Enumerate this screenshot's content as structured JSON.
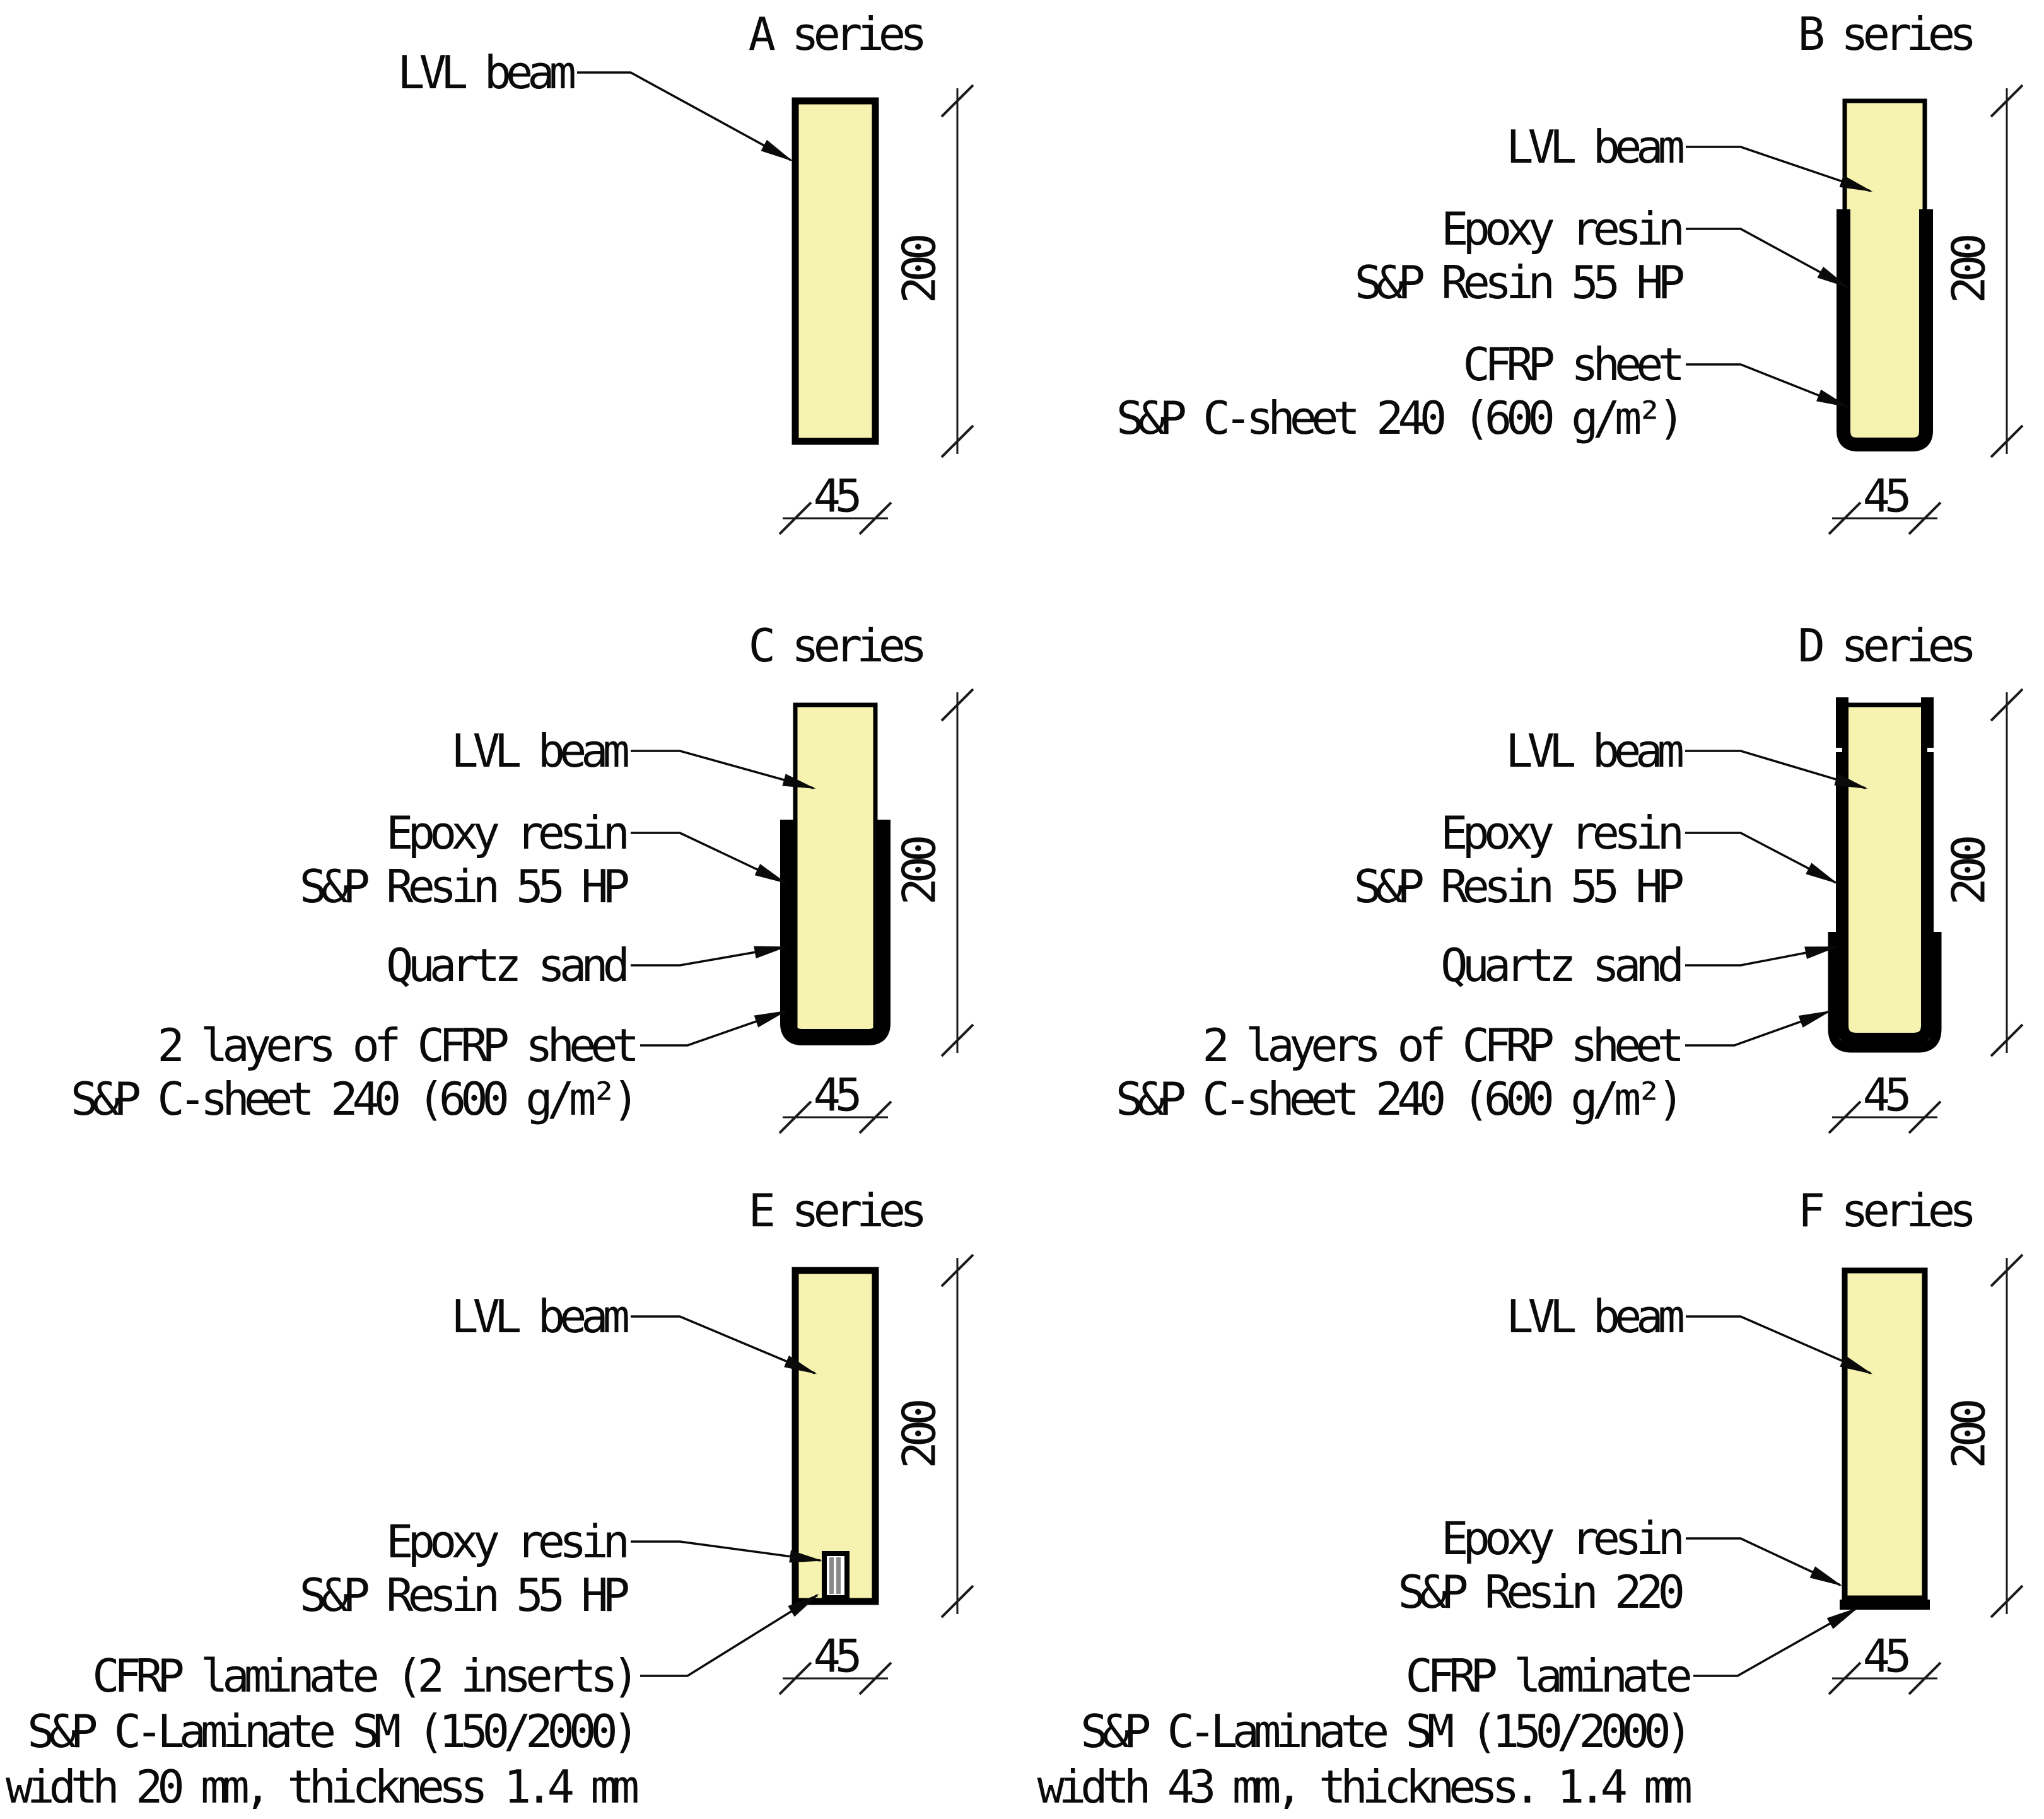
{
  "figure_title": "LVL beam strengthening cross-sections",
  "colors": {
    "beam_fill": "#F6F2AF",
    "line": "#000000",
    "laminate_gray": "#8A8A8A",
    "background": "#FFFFFF"
  },
  "panels": [
    {
      "id": "A",
      "title": "A series",
      "dims": {
        "height": "200",
        "width": "45"
      },
      "labels": [
        {
          "name": "lvl-beam",
          "lines": [
            "LVL beam"
          ]
        }
      ]
    },
    {
      "id": "B",
      "title": "B series",
      "dims": {
        "height": "200",
        "width": "45"
      },
      "labels": [
        {
          "name": "lvl-beam",
          "lines": [
            "LVL beam"
          ]
        },
        {
          "name": "epoxy-resin",
          "lines": [
            "Epoxy resin",
            "S&P Resin 55 HP"
          ]
        },
        {
          "name": "cfrp-sheet",
          "lines": [
            "CFRP sheet",
            "S&P C-sheet 240 (600 g/m²)"
          ]
        }
      ]
    },
    {
      "id": "C",
      "title": "C series",
      "dims": {
        "height": "200",
        "width": "45"
      },
      "labels": [
        {
          "name": "lvl-beam",
          "lines": [
            "LVL beam"
          ]
        },
        {
          "name": "epoxy-resin",
          "lines": [
            "Epoxy resin",
            "S&P Resin 55 HP"
          ]
        },
        {
          "name": "quartz-sand",
          "lines": [
            "Quartz sand"
          ]
        },
        {
          "name": "cfrp-2-layers",
          "lines": [
            "2 layers of CFRP sheet",
            "S&P C-sheet 240 (600 g/m²)"
          ]
        }
      ]
    },
    {
      "id": "D",
      "title": "D series",
      "dims": {
        "height": "200",
        "width": "45"
      },
      "labels": [
        {
          "name": "lvl-beam",
          "lines": [
            "LVL beam"
          ]
        },
        {
          "name": "epoxy-resin",
          "lines": [
            "Epoxy resin",
            "S&P Resin 55 HP"
          ]
        },
        {
          "name": "quartz-sand",
          "lines": [
            "Quartz sand"
          ]
        },
        {
          "name": "cfrp-2-layers",
          "lines": [
            "2 layers of CFRP sheet",
            "S&P C-sheet 240 (600 g/m²)"
          ]
        }
      ]
    },
    {
      "id": "E",
      "title": "E series",
      "dims": {
        "height": "200",
        "width": "45"
      },
      "labels": [
        {
          "name": "lvl-beam",
          "lines": [
            "LVL beam"
          ]
        },
        {
          "name": "epoxy-resin",
          "lines": [
            "Epoxy resin",
            "S&P Resin 55 HP"
          ]
        },
        {
          "name": "cfrp-laminate",
          "lines": [
            "CFRP laminate (2 inserts)",
            "S&P C-Laminate SM (150/2000)",
            "width 20 mm, thickness 1.4 mm"
          ]
        }
      ]
    },
    {
      "id": "F",
      "title": "F series",
      "dims": {
        "height": "200",
        "width": "45"
      },
      "labels": [
        {
          "name": "lvl-beam",
          "lines": [
            "LVL beam"
          ]
        },
        {
          "name": "epoxy-resin",
          "lines": [
            "Epoxy resin",
            "S&P Resin 220"
          ]
        },
        {
          "name": "cfrp-laminate",
          "lines": [
            "CFRP laminate",
            "S&P C-Laminate SM (150/2000)",
            "width 43 mm, thickness. 1.4 mm"
          ]
        }
      ]
    }
  ]
}
